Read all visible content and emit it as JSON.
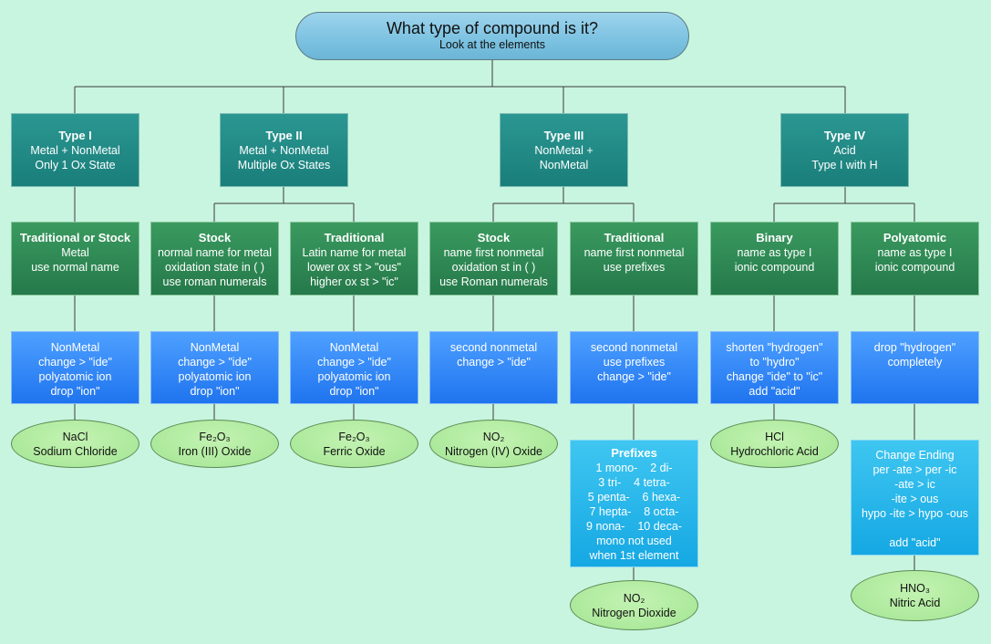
{
  "title": {
    "main": "What type of compound is it?",
    "sub": "Look at the elements"
  },
  "types": [
    {
      "heading": "Type I",
      "lines": [
        "Metal + NonMetal",
        "Only 1 Ox State"
      ]
    },
    {
      "heading": "Type II",
      "lines": [
        "Metal + NonMetal",
        "Multiple Ox States"
      ]
    },
    {
      "heading": "Type III",
      "lines": [
        "NonMetal +",
        "NonMetal"
      ]
    },
    {
      "heading": "Type IV",
      "lines": [
        "Acid",
        "Type I with H"
      ]
    }
  ],
  "methods": [
    {
      "heading": "Traditional or Stock",
      "lines": [
        "Metal",
        "use normal name"
      ]
    },
    {
      "heading": "Stock",
      "lines": [
        "normal name for metal",
        "oxidation state in ( )",
        "use roman numerals"
      ]
    },
    {
      "heading": "Traditional",
      "lines": [
        "Latin name for metal",
        "lower ox st > \"ous\"",
        "higher ox st > \"ic\""
      ]
    },
    {
      "heading": "Stock",
      "lines": [
        "name first nonmetal",
        "oxidation st in ( )",
        "use Roman numerals"
      ]
    },
    {
      "heading": "Traditional",
      "lines": [
        "name first nonmetal",
        "use prefixes"
      ]
    },
    {
      "heading": "Binary",
      "lines": [
        "name as type I",
        "ionic compound"
      ]
    },
    {
      "heading": "Polyatomic",
      "lines": [
        "name as type I",
        "ionic compound"
      ]
    }
  ],
  "rules": [
    {
      "lines": [
        "NonMetal",
        "change > \"ide\"",
        "polyatomic ion",
        "drop \"ion\""
      ]
    },
    {
      "lines": [
        "NonMetal",
        "change > \"ide\"",
        "polyatomic ion",
        "drop \"ion\""
      ]
    },
    {
      "lines": [
        "NonMetal",
        "change > \"ide\"",
        "polyatomic ion",
        "drop \"ion\""
      ]
    },
    {
      "lines": [
        "second nonmetal",
        "change > \"ide\""
      ]
    },
    {
      "lines": [
        "second nonmetal",
        "use prefixes",
        "change > \"ide\""
      ]
    },
    {
      "lines": [
        "shorten \"hydrogen\"",
        "to \"hydro\"",
        "change \"ide\" to \"ic\"",
        "add \"acid\""
      ]
    },
    {
      "lines": [
        "drop \"hydrogen\"",
        "completely"
      ]
    }
  ],
  "prefixes": {
    "heading": "Prefixes",
    "lines": [
      "1 mono-    2 di-",
      "3 tri-    4 tetra-",
      "5 penta-    6 hexa-",
      "7 hepta-    8 octa-",
      "9 nona-    10 deca-",
      "mono not used",
      "when 1st element"
    ]
  },
  "change_ending": {
    "heading": "Change Ending",
    "lines": [
      "per -ate > per -ic",
      "-ate > ic",
      "-ite > ous",
      "hypo -ite > hypo -ous",
      "",
      "add \"acid\""
    ]
  },
  "examples": [
    {
      "formula": "NaCl",
      "name": "Sodium Chloride"
    },
    {
      "formula": "Fe₂O₃",
      "name": "Iron (III) Oxide"
    },
    {
      "formula": "Fe₂O₃",
      "name": "Ferric Oxide"
    },
    {
      "formula": "NO₂",
      "name": "Nitrogen (IV) Oxide"
    },
    {
      "formula": "NO₂",
      "name": "Nitrogen Dioxide"
    },
    {
      "formula": "HCl",
      "name": "Hydrochloric Acid"
    },
    {
      "formula": "HNO₃",
      "name": "Nitric Acid"
    }
  ],
  "colors": {
    "background": "#c8f5df",
    "type_box": "#1f8581",
    "method_box": "#2e8a55",
    "rule_box": "#3389f8",
    "detail_box": "#25b5ea",
    "example_ellipse": "#b0ec9f",
    "title_box": "#86c8e6"
  }
}
